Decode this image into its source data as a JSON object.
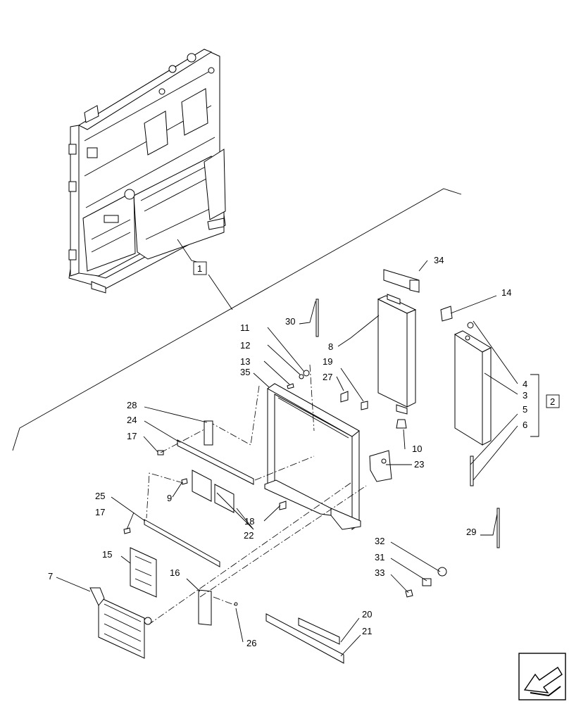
{
  "callouts": {
    "c1": "1",
    "c2": "2",
    "c3": "3",
    "c4": "4",
    "c5": "5",
    "c6": "6",
    "c7": "7",
    "c8": "8",
    "c9": "9",
    "c10": "10",
    "c11": "11",
    "c12": "12",
    "c13": "13",
    "c14": "14",
    "c15": "15",
    "c16": "16",
    "c17a": "17",
    "c17b": "17",
    "c18": "18",
    "c19": "19",
    "c20": "20",
    "c21": "21",
    "c22": "22",
    "c23": "23",
    "c24": "24",
    "c25": "25",
    "c26": "26",
    "c27": "27",
    "c28": "28",
    "c29": "29",
    "c30": "30",
    "c31": "31",
    "c32": "32",
    "c33": "33",
    "c34": "34",
    "c35": "35"
  },
  "nav_icon": "next-page-arrow-icon"
}
